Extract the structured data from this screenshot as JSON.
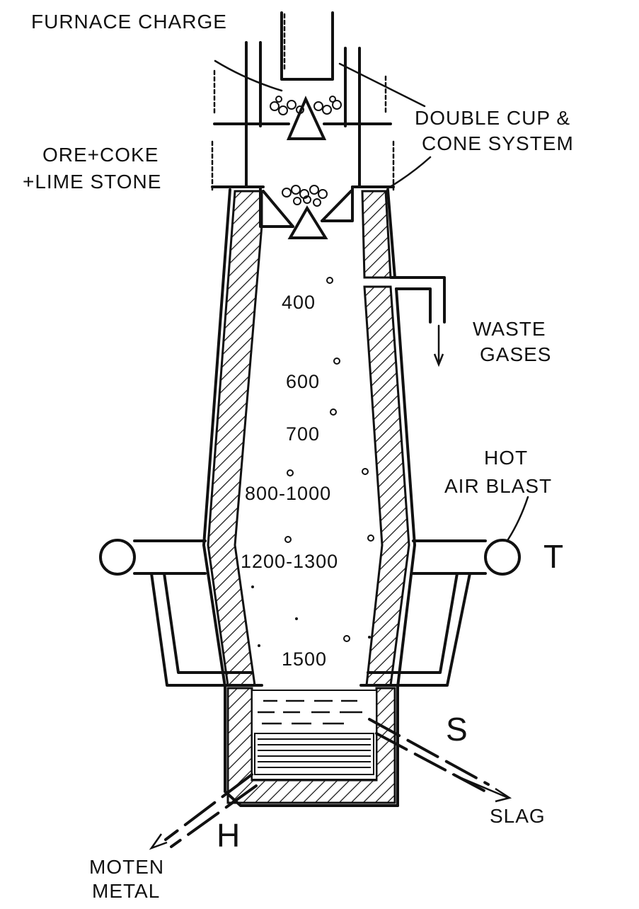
{
  "labels": {
    "furnace_charge": "FURNACE CHARGE",
    "double_cup_line1": "DOUBLE CUP &",
    "double_cup_line2": "CONE SYSTEM",
    "ore_line1": "ORE+COKE",
    "ore_line2": "+LIME STONE",
    "waste_line1": "WASTE",
    "waste_line2": "GASES",
    "hot_line1": "HOT",
    "hot_line2": "AIR BLAST",
    "slag": "SLAG",
    "moten_line1": "MOTEN",
    "moten_line2": "METAL",
    "marker_s": "S",
    "marker_h": "H",
    "marker_t": "T"
  },
  "temperatures": {
    "t400": "400",
    "t600": "600",
    "t700": "700",
    "t800": "800-1000",
    "t1200": "1200-1300",
    "t1500": "1500"
  }
}
